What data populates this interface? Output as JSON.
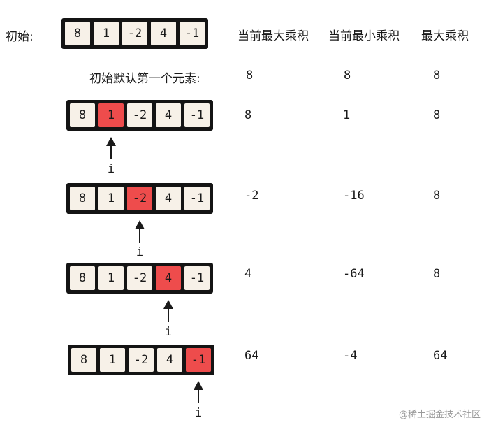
{
  "header": {
    "init_label": "初始:",
    "col_max": "当前最大乘积",
    "col_min": "当前最小乘积",
    "col_best": "最大乘积"
  },
  "init_default": {
    "label": "初始默认第一个元素:",
    "max": "8",
    "min": "8",
    "best": "8"
  },
  "array": [
    "8",
    "1",
    "-2",
    "4",
    "-1"
  ],
  "pointer_label": "i",
  "steps": [
    {
      "highlight_index": 1,
      "max": "8",
      "min": "1",
      "best": "8"
    },
    {
      "highlight_index": 2,
      "max": "-2",
      "min": "-16",
      "best": "8"
    },
    {
      "highlight_index": 3,
      "max": "4",
      "min": "-64",
      "best": "8"
    },
    {
      "highlight_index": 4,
      "max": "64",
      "min": "-4",
      "best": "64"
    }
  ],
  "colors": {
    "highlight": "#ee4c4c",
    "cell": "#f7f1e8",
    "border": "#141414"
  },
  "watermark": "@稀土掘金技术社区"
}
